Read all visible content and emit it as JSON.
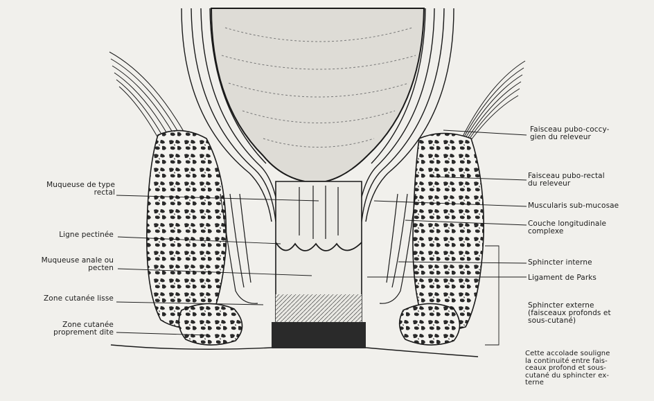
{
  "colors": {
    "paper": "#f1f0ec",
    "ink": "#1a1a1a"
  },
  "labels": {
    "left": [
      "Muqueuse de type\nrectal",
      "Ligne pectinée",
      "Muqueuse anale ou\npecten",
      "Zone cutanée lisse",
      "Zone cutanée\nproprement dite"
    ],
    "right": [
      "Faisceau pubo-coccy-\ngien du releveur",
      "Faisceau pubo-rectal\ndu releveur",
      "Muscularis sub-mucosae",
      "Couche longitudinale\ncomplexe",
      "Sphincter interne",
      "Ligament de Parks",
      "Sphincter externe\n(faisceaux profonds et\nsous-cutané)"
    ],
    "note": "Cette accolade souligne\nla continuité entre fais-\nceaux profond et sous-\ncutané du sphincter ex-\nterne"
  }
}
